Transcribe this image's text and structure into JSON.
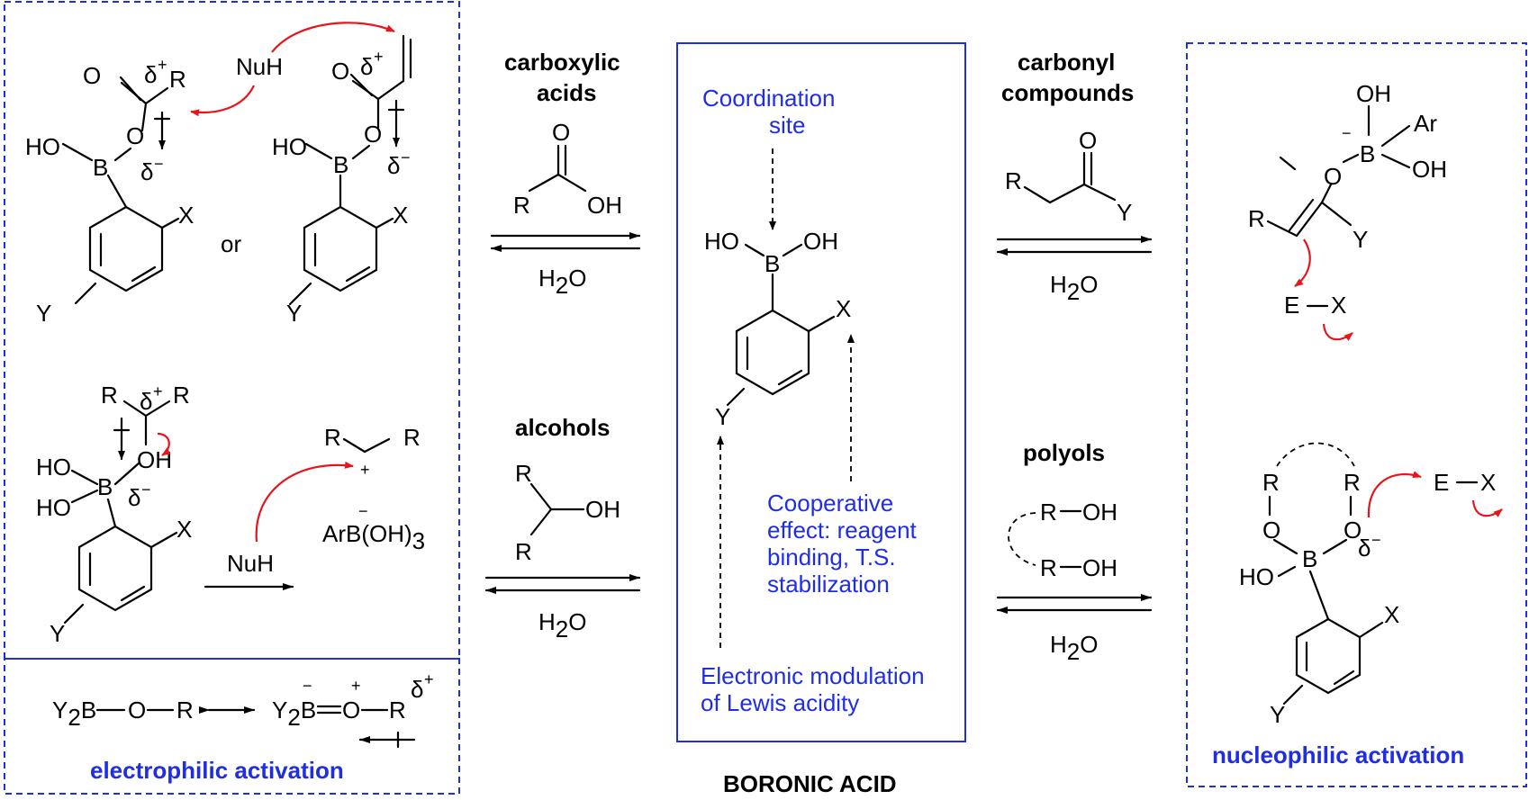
{
  "labels": {
    "electrophilic": "electrophilic activation",
    "nucleophilic": "nucleophilic activation",
    "boronic_acid": "BORONIC ACID",
    "coordination": [
      "Coordination",
      "site"
    ],
    "cooperative": [
      "Cooperative",
      "effect: reagent",
      "binding, T.S.",
      "stabilization"
    ],
    "electronic": [
      "Electronic modulation",
      "of Lewis acidity"
    ],
    "carboxylic": [
      "carboxylic",
      "acids"
    ],
    "carbonyl": [
      "carbonyl",
      "compounds"
    ],
    "alcohols": "alcohols",
    "polyols": "polyols",
    "water": "H",
    "water_sub": "2",
    "water_o": "O",
    "or": "or",
    "nuh": "NuH"
  },
  "atoms": {
    "ho": "HO",
    "oh": "OH",
    "b": "B",
    "o": "O",
    "x": "X",
    "y": "Y",
    "r": "R",
    "ar": "Ar",
    "e": "E",
    "delta": "δ",
    "plus": "+",
    "minus": "−",
    "arboh": "ArB(OH)",
    "sub3": "3",
    "y2b": "Y",
    "sub2": "2",
    "bo": "B"
  },
  "colors": {
    "frame": "#1f2ee6",
    "curved_arrow": "#e8141b",
    "text": "#000000"
  }
}
